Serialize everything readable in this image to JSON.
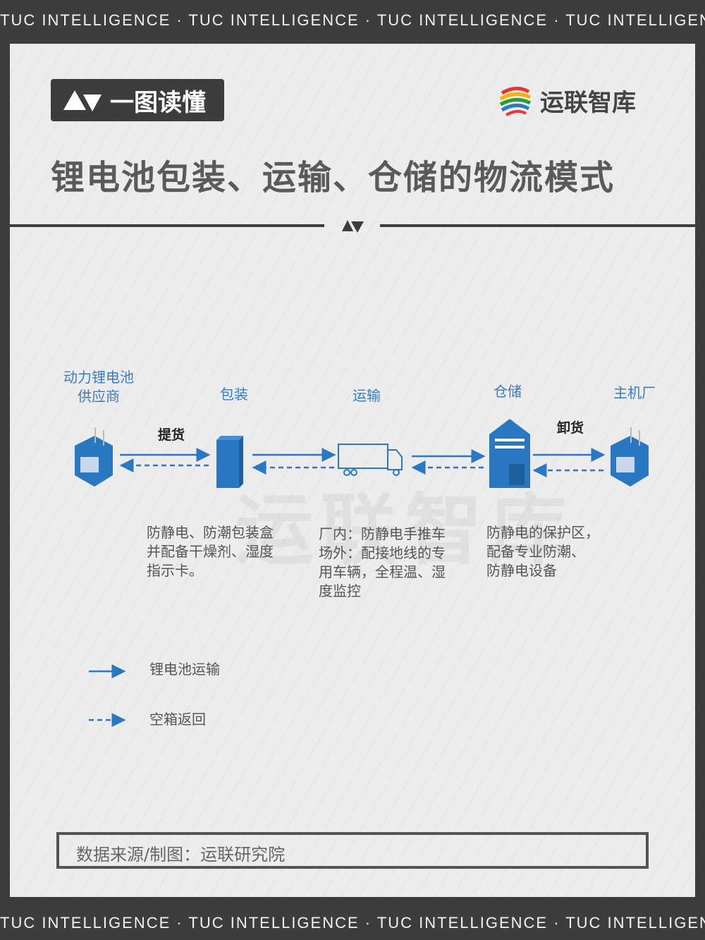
{
  "banner_text": "TUC INTELLIGENCE · TUC INTELLIGENCE · TUC INTELLIGENCE · TUC INTELLIGENCE",
  "badge": "一图读懂",
  "logo": "运联智库",
  "title": "锂电池包装、运输、仓储的物流模式",
  "nodes": [
    {
      "label": "动力锂电池\n供应商",
      "icon": "factory-icon"
    },
    {
      "label": "包装",
      "icon": "box-icon"
    },
    {
      "label": "运输",
      "icon": "truck-icon"
    },
    {
      "label": "仓储",
      "icon": "warehouse-icon"
    },
    {
      "label": "主机厂",
      "icon": "factory-icon"
    }
  ],
  "actions": {
    "pickup": "提货",
    "unload": "卸货"
  },
  "notes": {
    "packaging": "防静电、防潮包装盒\n并配备干燥剂、湿度\n指示卡。",
    "transport": "厂内：防静电手推车\n场外：配接地线的专\n用车辆，全程温、湿\n度监控",
    "storage": "防静电的保护区，\n配备专业防潮、\n防静电设备"
  },
  "legend": [
    {
      "style": "solid",
      "label": "锂电池运输"
    },
    {
      "style": "dashed",
      "label": "空箱返回"
    }
  ],
  "source": "数据来源/制图：运联研究院",
  "colors": {
    "accent": "#2a78c2",
    "frame": "#3d3d3d"
  }
}
